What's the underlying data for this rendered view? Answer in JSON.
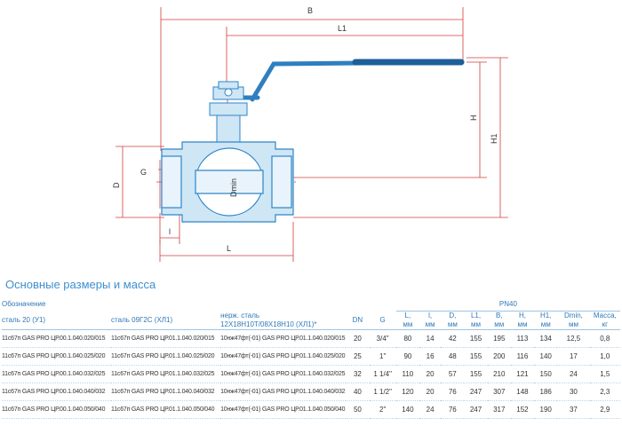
{
  "drawing": {
    "labels": {
      "B": "B",
      "L1": "L1",
      "H": "H",
      "H1": "H1",
      "D": "D",
      "G": "G",
      "Dmin": "Dmin",
      "l": "l",
      "L": "L"
    },
    "colors": {
      "body_fill": "#cfe6f5",
      "body_stroke": "#2e86c8",
      "handle": "#2f7fc0",
      "dim_line": "#d03c3c"
    }
  },
  "section_title": "Основные размеры и масса",
  "table": {
    "header_top": {
      "designation": "Обозначение",
      "pn": "PN40"
    },
    "header_cols": {
      "steel20": "сталь 20 (У1)",
      "steel09g2s": "сталь 09Г2С (ХЛ1)",
      "stainless_line1": "нерж. сталь",
      "stainless_line2": "12Х18Н10Т/08Х18Н10 (ХЛ1)*",
      "dn": "DN",
      "g": "G",
      "L": "L,",
      "l": "l,",
      "D": "D,",
      "L1": "L1,",
      "B": "B,",
      "H": "H,",
      "H1": "H1,",
      "dmin": "Dmin,",
      "mass": "Масса,",
      "mm": "мм",
      "kg": "кг"
    },
    "rows": [
      {
        "s20": "11с67п GAS PRO ЦР.00.1.040.020/015",
        "s09": "11с67п GAS PRO ЦР.01.1.040.020/015",
        "ss": "10нж47фт(-01) GAS PRO ЦР.01.1.040.020/015",
        "dn": "20",
        "g": "3/4\"",
        "L": "80",
        "l": "14",
        "D": "42",
        "L1": "155",
        "B": "195",
        "H": "113",
        "H1": "134",
        "dmin": "12,5",
        "mass": "0,8"
      },
      {
        "s20": "11с67п GAS PRO ЦР.00.1.040.025/020",
        "s09": "11с67п GAS PRO ЦР.01.1.040.025/020",
        "ss": "10нж47фт(-01) GAS PRO ЦР.01.1.040.025/020",
        "dn": "25",
        "g": "1\"",
        "L": "90",
        "l": "16",
        "D": "48",
        "L1": "155",
        "B": "200",
        "H": "116",
        "H1": "140",
        "dmin": "17",
        "mass": "1,0"
      },
      {
        "s20": "11с67п GAS PRO ЦР.00.1.040.032/025",
        "s09": "11с67п GAS PRO ЦР.01.1.040.032/025",
        "ss": "10нж47фт(-01) GAS PRO ЦР.01.1.040.032/025",
        "dn": "32",
        "g": "1 1/4\"",
        "L": "110",
        "l": "20",
        "D": "57",
        "L1": "155",
        "B": "210",
        "H": "121",
        "H1": "150",
        "dmin": "24",
        "mass": "1,5"
      },
      {
        "s20": "11с67п GAS PRO ЦР.00.1.040.040/032",
        "s09": "11с67п GAS PRO ЦР.01.1.040.040/032",
        "ss": "10нж47фт(-01) GAS PRO ЦР.01.1.040.040/032",
        "dn": "40",
        "g": "1 1/2\"",
        "L": "120",
        "l": "20",
        "D": "76",
        "L1": "247",
        "B": "307",
        "H": "148",
        "H1": "186",
        "dmin": "30",
        "mass": "2,3"
      },
      {
        "s20": "11с67п GAS PRO ЦР.00.1.040.050/040",
        "s09": "11с67п GAS PRO ЦР.01.1.040.050/040",
        "ss": "10нж47фт(-01) GAS PRO ЦР.01.1.040.050/040",
        "dn": "50",
        "g": "2\"",
        "L": "140",
        "l": "24",
        "D": "76",
        "L1": "247",
        "B": "317",
        "H": "152",
        "H1": "190",
        "dmin": "37",
        "mass": "2,9"
      }
    ]
  }
}
